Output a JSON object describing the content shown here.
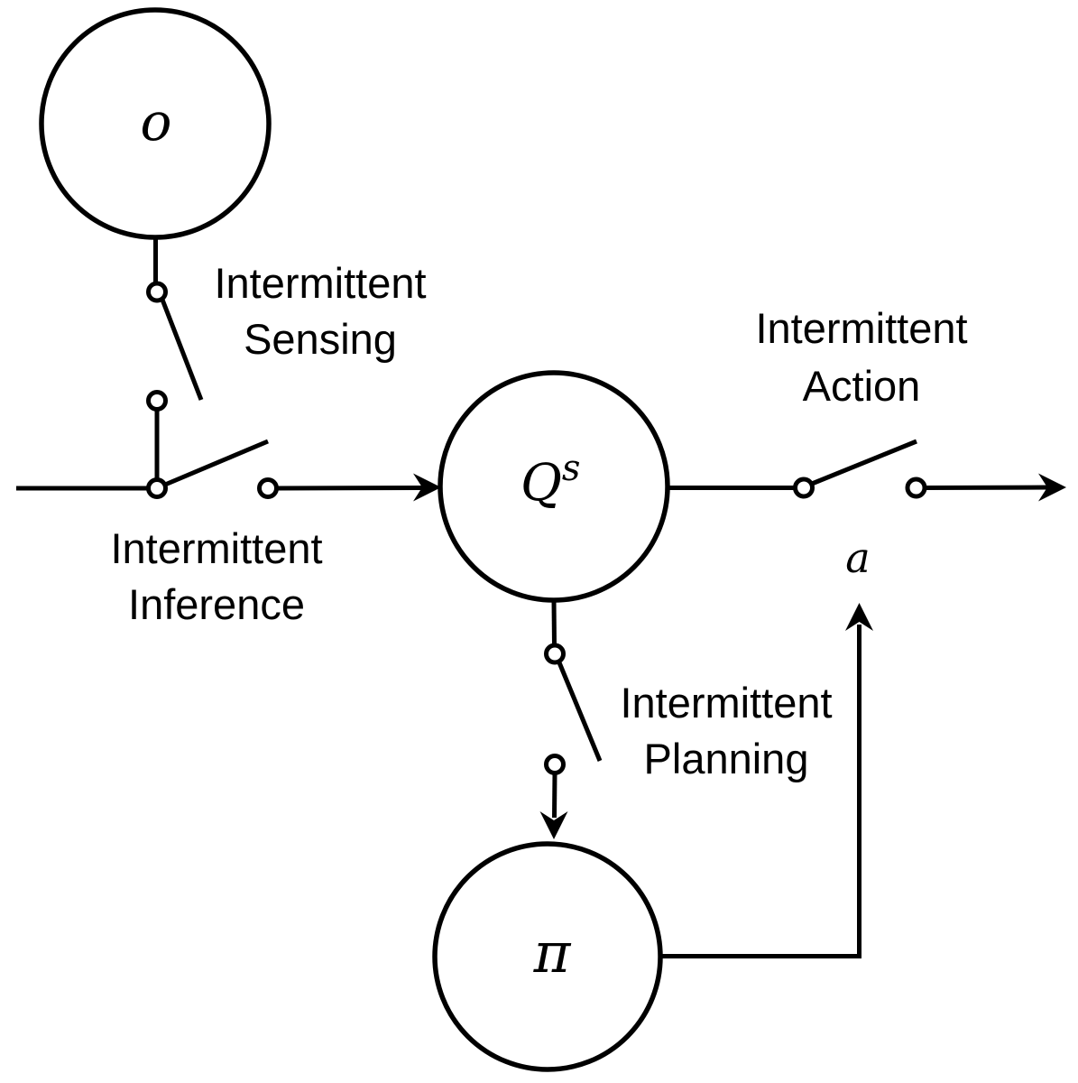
{
  "figure": {
    "background_color": "#ffffff",
    "line_color": "#000000",
    "nodes": {
      "observation": {
        "symbol": "o"
      },
      "q_value": {
        "base": "Q",
        "superscript": "s"
      },
      "policy": {
        "symbol": "π"
      }
    },
    "switch_labels": {
      "sensing": {
        "line1": "Intermittent",
        "line2": "Sensing"
      },
      "inference": {
        "line1": "Intermittent",
        "line2": "Inference"
      },
      "action": {
        "line1": "Intermittent",
        "line2": "Action"
      },
      "planning": {
        "line1": "Intermittent",
        "line2": "Planning"
      }
    },
    "action_output_symbol": "a"
  }
}
